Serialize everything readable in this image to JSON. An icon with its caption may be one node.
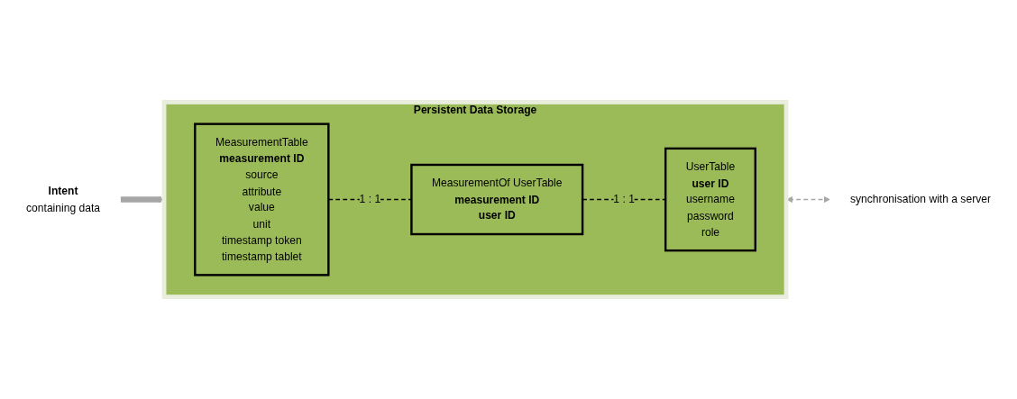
{
  "diagram": {
    "nodes": [
      {
        "text": [
          "Persistent Data Storage"
        ]
      },
      {
        "text": [
          "MeasurementTable",
          "measurement ID",
          "source",
          "attribute",
          "value",
          "unit",
          "timestamp token",
          "timestamp tablet"
        ],
        "in": 0
      },
      {
        "text": [
          "MeasurementOf UserTable",
          "measurement ID",
          "user ID"
        ],
        "in": 0
      },
      {
        "text": [
          "UserTable",
          "user ID",
          "username",
          "password",
          "role"
        ],
        "in": 0
      },
      {
        "text": [
          "Intent",
          "containing data"
        ]
      },
      {
        "text": [
          "synchronisation with a server"
        ]
      }
    ],
    "edges": [
      {
        "from": 4,
        "to": 0,
        "arrow": "to",
        "style": "thick",
        "color": "#a6a6a6"
      },
      {
        "from": 1,
        "to": 2,
        "arrow": "none",
        "style": "dashed",
        "label": "1 : 1",
        "color": "#000000"
      },
      {
        "from": 2,
        "to": 3,
        "arrow": "none",
        "style": "dashed",
        "label": "1 : 1",
        "color": "#000000"
      },
      {
        "from": 0,
        "to": 5,
        "arrow": "both",
        "style": "dashed",
        "color": "#a6a6a6"
      }
    ]
  }
}
